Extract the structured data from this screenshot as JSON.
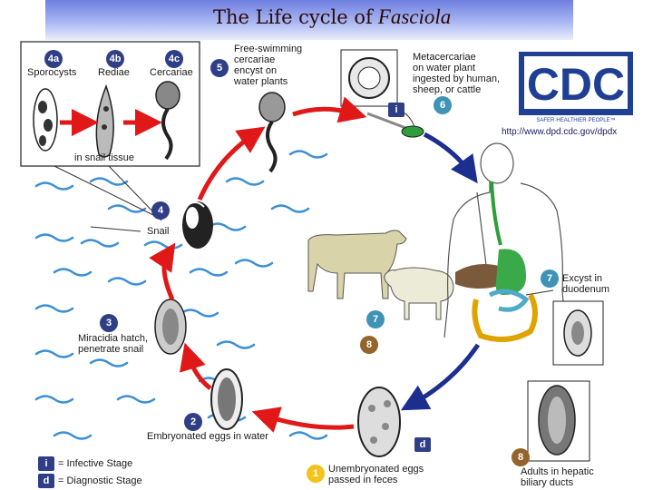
{
  "title": {
    "main": "The Life cycle of",
    "italic": "Fasciola"
  },
  "stages": {
    "s4a": {
      "num": "4a",
      "label": "Sporocysts"
    },
    "s4b": {
      "num": "4b",
      "label": "Rediae"
    },
    "s4c": {
      "num": "4c",
      "label": "Cercariae"
    },
    "snail_tissue": "in snail tissue",
    "s5": {
      "num": "5",
      "line1": "Free-swimming",
      "line2": "cercariae",
      "line3": "encyst on",
      "line4": "water plants"
    },
    "s6": {
      "num": "6",
      "line1": "Metacercariae",
      "line2": "on water plant",
      "line3": "ingested by human,",
      "line4": "sheep, or cattle"
    },
    "s4": {
      "num": "4",
      "label": "Snail"
    },
    "s3": {
      "num": "3",
      "line1": "Miracidia hatch,",
      "line2": "penetrate snail"
    },
    "s2": {
      "num": "2",
      "label": "Embryonated eggs in water"
    },
    "s1": {
      "num": "1",
      "line1": "Unembryonated eggs",
      "line2": "passed in feces"
    },
    "s7": {
      "num": "7",
      "line1": "Excyst in",
      "line2": "duodenum"
    },
    "s7b": {
      "num": "7"
    },
    "s8": {
      "num": "8",
      "line1": "Adults in hepatic",
      "line2": "biliary ducts"
    },
    "s8b": {
      "num": "8"
    }
  },
  "legend": {
    "infective": {
      "symbol": "i",
      "label": "= Infective Stage"
    },
    "diagnostic": {
      "symbol": "d",
      "label": "= Diagnostic Stage"
    }
  },
  "markers": {
    "infective_symbol": "i",
    "diagnostic_symbol": "d"
  },
  "cdc": {
    "logo": "CDC",
    "tagline": "SAFER·HEALTHIER·PEOPLE™",
    "url": "http://www.dpd.cdc.gov/dpdx"
  },
  "colors": {
    "cycle_arrow": "#e01818",
    "host_arrow": "#1c2f8f",
    "badge_blue": "#2f3f86",
    "badge_teal": "#3f93b4",
    "badge_brown": "#94652a",
    "badge_yellow": "#f2c31d",
    "water": "#3b8fd6"
  }
}
